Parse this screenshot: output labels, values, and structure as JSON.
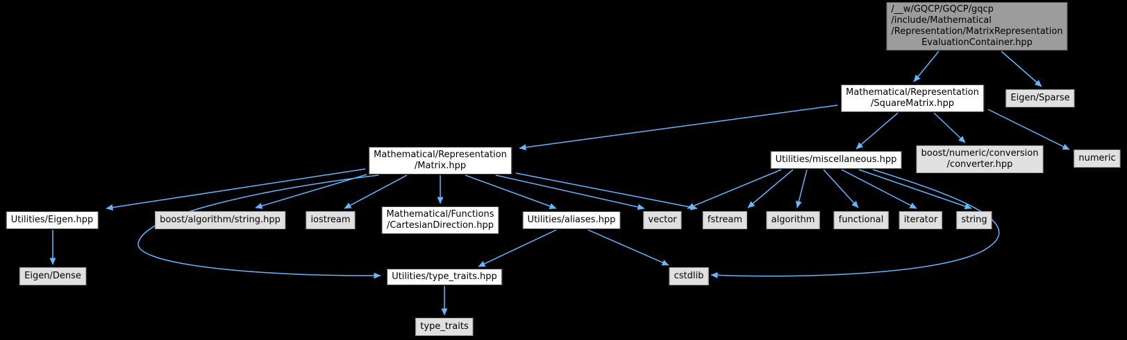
{
  "graph": {
    "title": "include dependency graph for MatrixRepresentationEvaluationContainer.hpp",
    "background_color": "#000000",
    "edge_color": "#63b8ff",
    "colors": {
      "internal_node_fill": "#ffffff",
      "internal_node_border": "#424242",
      "external_node_fill": "#e0e0e0",
      "external_node_border": "#a3a3a3",
      "current_node_fill": "#9c9c9c",
      "current_node_border": "#575757",
      "text": "#000000"
    },
    "nodes": [
      {
        "id": "main",
        "kind": "current",
        "lines": [
          "/__w/GQCP/GQCP/gqcp",
          "/include/Mathematical",
          "/Representation/MatrixRepresentation",
          "EvaluationContainer.hpp"
        ]
      },
      {
        "id": "squarematrix",
        "kind": "internal",
        "lines": [
          "Mathematical/Representation",
          "/SquareMatrix.hpp"
        ]
      },
      {
        "id": "eigensparse",
        "kind": "external",
        "lines": [
          "Eigen/Sparse"
        ]
      },
      {
        "id": "matrix",
        "kind": "internal",
        "lines": [
          "Mathematical/Representation",
          "/Matrix.hpp"
        ]
      },
      {
        "id": "misc",
        "kind": "internal",
        "lines": [
          "Utilities/miscellaneous.hpp"
        ]
      },
      {
        "id": "converter",
        "kind": "external",
        "lines": [
          "boost/numeric/conversion",
          "/converter.hpp"
        ]
      },
      {
        "id": "numeric",
        "kind": "external",
        "lines": [
          "numeric"
        ]
      },
      {
        "id": "eigenhpp",
        "kind": "internal",
        "lines": [
          "Utilities/Eigen.hpp"
        ]
      },
      {
        "id": "booststring",
        "kind": "external",
        "lines": [
          "boost/algorithm/string.hpp"
        ]
      },
      {
        "id": "iostream",
        "kind": "external",
        "lines": [
          "iostream"
        ]
      },
      {
        "id": "cartesian",
        "kind": "internal",
        "lines": [
          "Mathematical/Functions",
          "/CartesianDirection.hpp"
        ]
      },
      {
        "id": "aliases",
        "kind": "internal",
        "lines": [
          "Utilities/aliases.hpp"
        ]
      },
      {
        "id": "vector",
        "kind": "external",
        "lines": [
          "vector"
        ]
      },
      {
        "id": "fstream",
        "kind": "external",
        "lines": [
          "fstream"
        ]
      },
      {
        "id": "algorithm",
        "kind": "external",
        "lines": [
          "algorithm"
        ]
      },
      {
        "id": "functional",
        "kind": "external",
        "lines": [
          "functional"
        ]
      },
      {
        "id": "iterator",
        "kind": "external",
        "lines": [
          "iterator"
        ]
      },
      {
        "id": "string",
        "kind": "external",
        "lines": [
          "string"
        ]
      },
      {
        "id": "eigendense",
        "kind": "external",
        "lines": [
          "Eigen/Dense"
        ]
      },
      {
        "id": "typetraitshpp",
        "kind": "internal",
        "lines": [
          "Utilities/type_traits.hpp"
        ]
      },
      {
        "id": "cstdlib",
        "kind": "external",
        "lines": [
          "cstdlib"
        ]
      },
      {
        "id": "typetraits",
        "kind": "external",
        "lines": [
          "type_traits"
        ]
      }
    ],
    "edges": [
      {
        "from": "main",
        "to": "squarematrix"
      },
      {
        "from": "main",
        "to": "eigensparse"
      },
      {
        "from": "squarematrix",
        "to": "matrix"
      },
      {
        "from": "squarematrix",
        "to": "misc"
      },
      {
        "from": "squarematrix",
        "to": "converter"
      },
      {
        "from": "squarematrix",
        "to": "numeric"
      },
      {
        "from": "matrix",
        "to": "eigenhpp"
      },
      {
        "from": "matrix",
        "to": "booststring"
      },
      {
        "from": "matrix",
        "to": "iostream"
      },
      {
        "from": "matrix",
        "to": "cartesian"
      },
      {
        "from": "matrix",
        "to": "aliases"
      },
      {
        "from": "matrix",
        "to": "vector"
      },
      {
        "from": "matrix",
        "to": "fstream"
      },
      {
        "from": "matrix",
        "to": "typetraitshpp"
      },
      {
        "from": "misc",
        "to": "vector"
      },
      {
        "from": "misc",
        "to": "fstream"
      },
      {
        "from": "misc",
        "to": "algorithm"
      },
      {
        "from": "misc",
        "to": "functional"
      },
      {
        "from": "misc",
        "to": "iterator"
      },
      {
        "from": "misc",
        "to": "string"
      },
      {
        "from": "misc",
        "to": "cstdlib"
      },
      {
        "from": "aliases",
        "to": "typetraitshpp"
      },
      {
        "from": "aliases",
        "to": "cstdlib"
      },
      {
        "from": "eigenhpp",
        "to": "eigendense"
      },
      {
        "from": "typetraitshpp",
        "to": "typetraits"
      }
    ]
  }
}
